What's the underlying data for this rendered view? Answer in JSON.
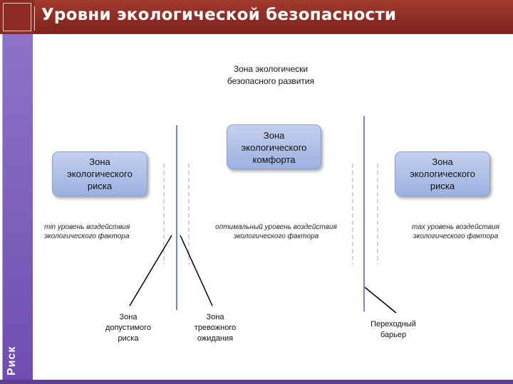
{
  "slide": {
    "title": "Уровни экологической безопасности",
    "side_label": "Риск"
  },
  "diagram": {
    "top_zone_label": "Зона экологически\nбезопасного развития",
    "zones": {
      "risk_left": "Зона\nэкологического\nриска",
      "comfort": "Зона\nэкологического\nкомфорта",
      "risk_right": "Зона\nэкологического\nриска"
    },
    "factor_levels": {
      "min": "min уровень воздействия\nэкологического фактора",
      "optimal": "оптимальный уровень воздействия\nэкологического фактора",
      "max": "max уровень воздействия\nэкологического фактора"
    },
    "callouts": {
      "admissible_risk": "Зона\nдопустимого\nриска",
      "anxious_expectation": "Зона\nтревожного\nожидания",
      "transitional_barrier": "Переходный\nбарьер"
    }
  },
  "colors": {
    "header": "#8c2b24",
    "side_bar": "#7b5cbc",
    "zone_fill": "#aebfe6",
    "solid_line": "#7b86c6",
    "dashed_line": "#9aa8d8"
  }
}
